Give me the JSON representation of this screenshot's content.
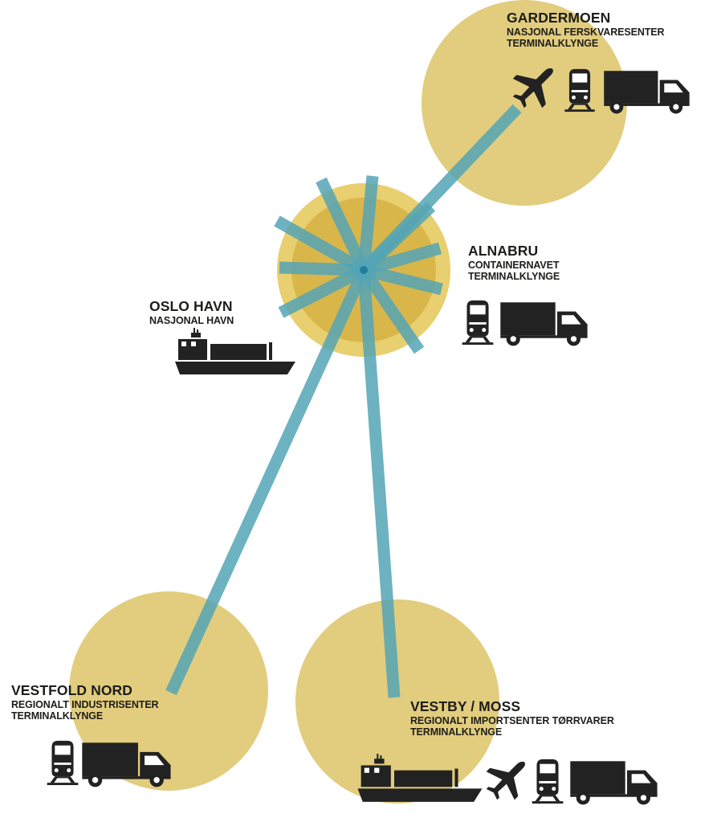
{
  "colors": {
    "circle": "#e2cd7e",
    "hub_outer": "#e8cf6f",
    "hub_inner": "#d9b64a",
    "link": "#53a4b5",
    "hub_dot": "#1f7f9a",
    "icon": "#222222",
    "text": "#1d1d1b"
  },
  "nodes": {
    "gardermoen": {
      "title": "GARDERMOEN",
      "lines": [
        "NASJONAL FERSKVARESENTER",
        "TERMINALKLYNGE"
      ],
      "icons": [
        "airplane-icon",
        "train-icon",
        "truck-icon"
      ]
    },
    "alnabru": {
      "title": "ALNABRU",
      "lines": [
        "CONTAINERNAVET",
        "TERMINALKLYNGE"
      ],
      "icons": [
        "train-icon",
        "truck-icon"
      ]
    },
    "oslo_havn": {
      "title": "OSLO HAVN",
      "lines": [
        "NASJONAL HAVN"
      ],
      "icons": [
        "ship-icon"
      ]
    },
    "vestfold_nord": {
      "title": "VESTFOLD NORD",
      "lines": [
        "REGIONALT INDUSTRISENTER",
        "TERMINALKLYNGE"
      ],
      "icons": [
        "train-icon",
        "truck-icon"
      ]
    },
    "vestby_moss": {
      "title": "VESTBY / MOSS",
      "lines": [
        "REGIONALT IMPORTSENTER TØRRVARER",
        "TERMINALKLYNGE"
      ],
      "icons": [
        "ship-icon",
        "airplane-icon",
        "train-icon",
        "truck-icon"
      ]
    }
  }
}
